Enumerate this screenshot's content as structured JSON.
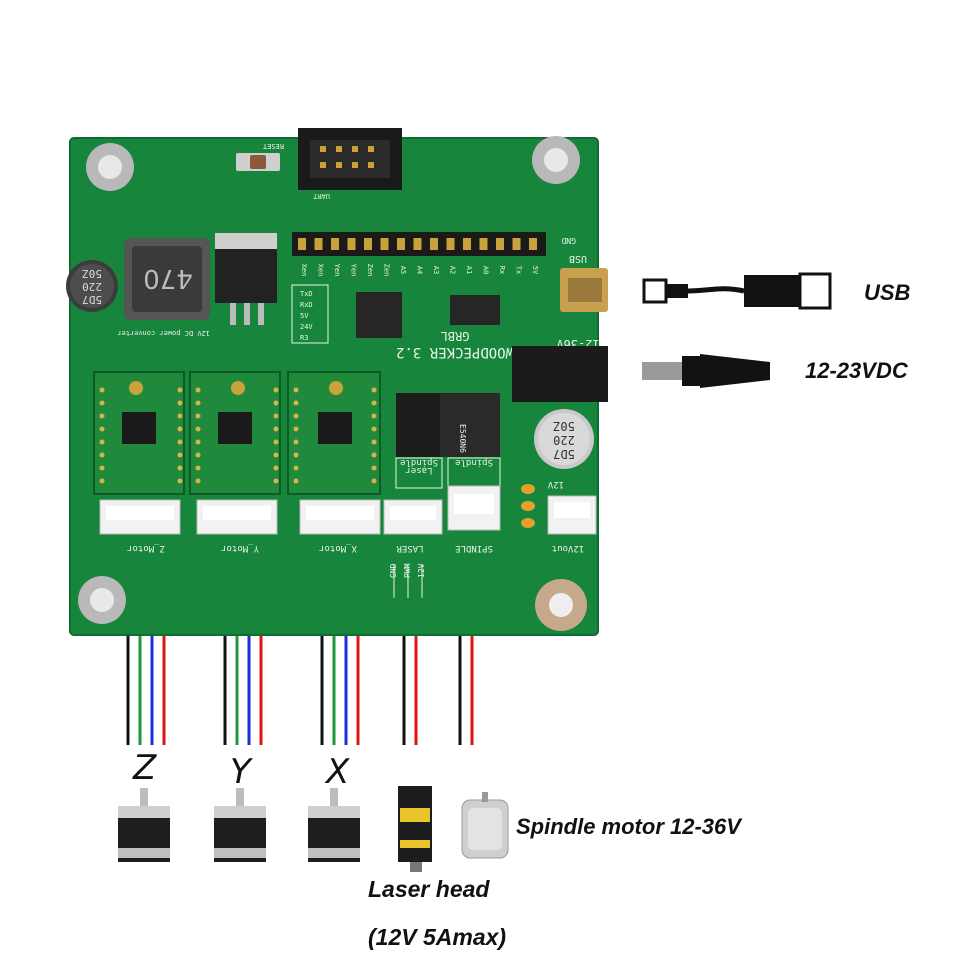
{
  "board": {
    "title": "WOODPECKER 3.2",
    "subtitle": "GRBL",
    "power_label": "12-36V",
    "usb_port_label": "USB",
    "uart_label": "UART",
    "reset_label": "RESET",
    "gnd_label": "GND",
    "inductor_label": "470",
    "cap_left_lines": [
      "5D7",
      "220",
      "50Z"
    ],
    "cap_right_lines": [
      "5D7",
      "220",
      "50Z"
    ],
    "converter_label": "12V DC power converter",
    "mosfet_label": "E540N6",
    "pin_headers": [
      "Xen",
      "Xen",
      "Yen",
      "Yen",
      "Zen",
      "Zen",
      "A5",
      "A4",
      "A3",
      "A2",
      "A1",
      "A0",
      "Rx",
      "Tx",
      "5V"
    ],
    "left_pins": [
      "TxD",
      "RxD",
      "5V",
      "24V",
      "R3"
    ],
    "connectors": {
      "z_motor": "Z_Motor",
      "y_motor": "Y_Motor",
      "x_motor": "X_Motor",
      "laser": "LASER",
      "spindle": "SPINDLE",
      "out12v": "12Vout"
    },
    "laser_pins": [
      "GND",
      "PWM",
      "12V"
    ],
    "box_labels": {
      "laser": "Laser",
      "spindle": "Spindle",
      "v12": "12V"
    }
  },
  "axes": {
    "z": "Z",
    "y": "Y",
    "x": "X"
  },
  "legend": {
    "usb": "USB",
    "power": "12-23VDC",
    "spindle_motor": "Spindle motor 12-36V",
    "laser_head_line1": "Laser head",
    "laser_head_line2": "(12V 5Amax)"
  },
  "colors": {
    "pcb": "#17863c",
    "pcb_dark": "#0f6b2e",
    "silkscreen": "#e9f3e9",
    "wire_black": "#111111",
    "wire_green": "#1f9a3a",
    "wire_blue": "#1b2fd6",
    "wire_red": "#e01616"
  }
}
